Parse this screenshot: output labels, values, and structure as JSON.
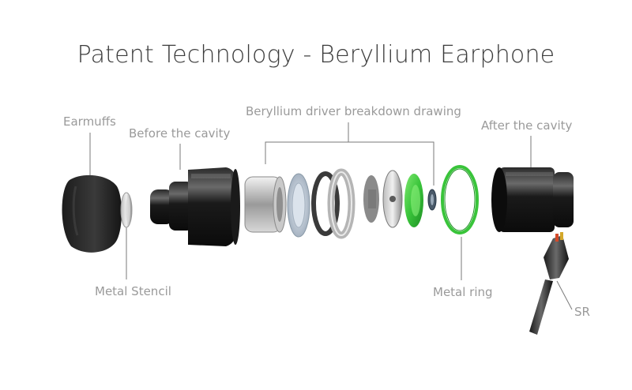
{
  "title": "Patent Technology - Beryllium Earphone",
  "labels": {
    "earmuffs": "Earmuffs",
    "before_cavity": "Before the cavity",
    "driver_breakdown": "Beryllium driver breakdown drawing",
    "after_cavity": "After the cavity",
    "metal_stencil": "Metal Stencil",
    "metal_ring": "Metal ring",
    "sr": "SR"
  },
  "colors": {
    "leader_line": "#7a7a7a",
    "label_text": "#9a9a9a",
    "title_text": "#3c3c3c",
    "green_part": "#39c43a"
  }
}
